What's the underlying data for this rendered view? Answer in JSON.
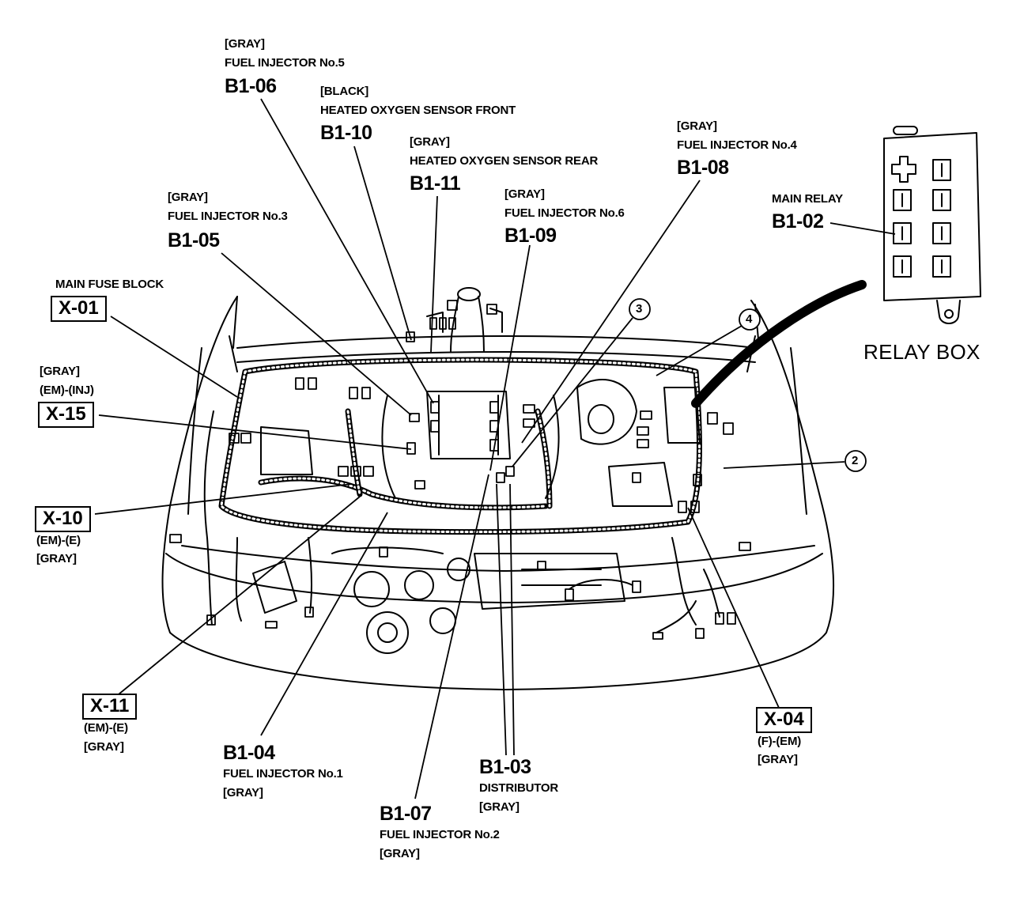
{
  "colors": {
    "ink": "#000000",
    "paper": "#ffffff"
  },
  "labels": {
    "b1_06": {
      "color": "[GRAY]",
      "name": "FUEL INJECTOR No.5",
      "code": "B1-06"
    },
    "b1_10": {
      "color": "[BLACK]",
      "name": "HEATED OXYGEN SENSOR FRONT",
      "code": "B1-10"
    },
    "b1_11": {
      "color": "[GRAY]",
      "name": "HEATED OXYGEN SENSOR REAR",
      "code": "B1-11"
    },
    "b1_08": {
      "color": "[GRAY]",
      "name": "FUEL INJECTOR No.4",
      "code": "B1-08"
    },
    "b1_05": {
      "color": "[GRAY]",
      "name": "FUEL INJECTOR No.3",
      "code": "B1-05"
    },
    "b1_09": {
      "color": "[GRAY]",
      "name": "FUEL INJECTOR No.6",
      "code": "B1-09"
    },
    "b1_02": {
      "name": "MAIN RELAY",
      "code": "B1-02"
    },
    "x_01": {
      "name": "MAIN FUSE BLOCK",
      "code": "X-01"
    },
    "x_15": {
      "color": "[GRAY]",
      "type": "(EM)-(INJ)",
      "code": "X-15"
    },
    "x_10": {
      "code": "X-10",
      "type": "(EM)-(E)",
      "color": "[GRAY]"
    },
    "x_11": {
      "code": "X-11",
      "type": "(EM)-(E)",
      "color": "[GRAY]"
    },
    "x_04": {
      "code": "X-04",
      "type": "(F)-(EM)",
      "color": "[GRAY]"
    },
    "b1_04": {
      "code": "B1-04",
      "name": "FUEL INJECTOR No.1",
      "color": "[GRAY]"
    },
    "b1_03": {
      "code": "B1-03",
      "name": "DISTRIBUTOR",
      "color": "[GRAY]"
    },
    "b1_07": {
      "code": "B1-07",
      "name": "FUEL INJECTOR No.2",
      "color": "[GRAY]"
    },
    "relay_box": "RELAY BOX"
  },
  "callouts": [
    "3",
    "4",
    "2"
  ]
}
